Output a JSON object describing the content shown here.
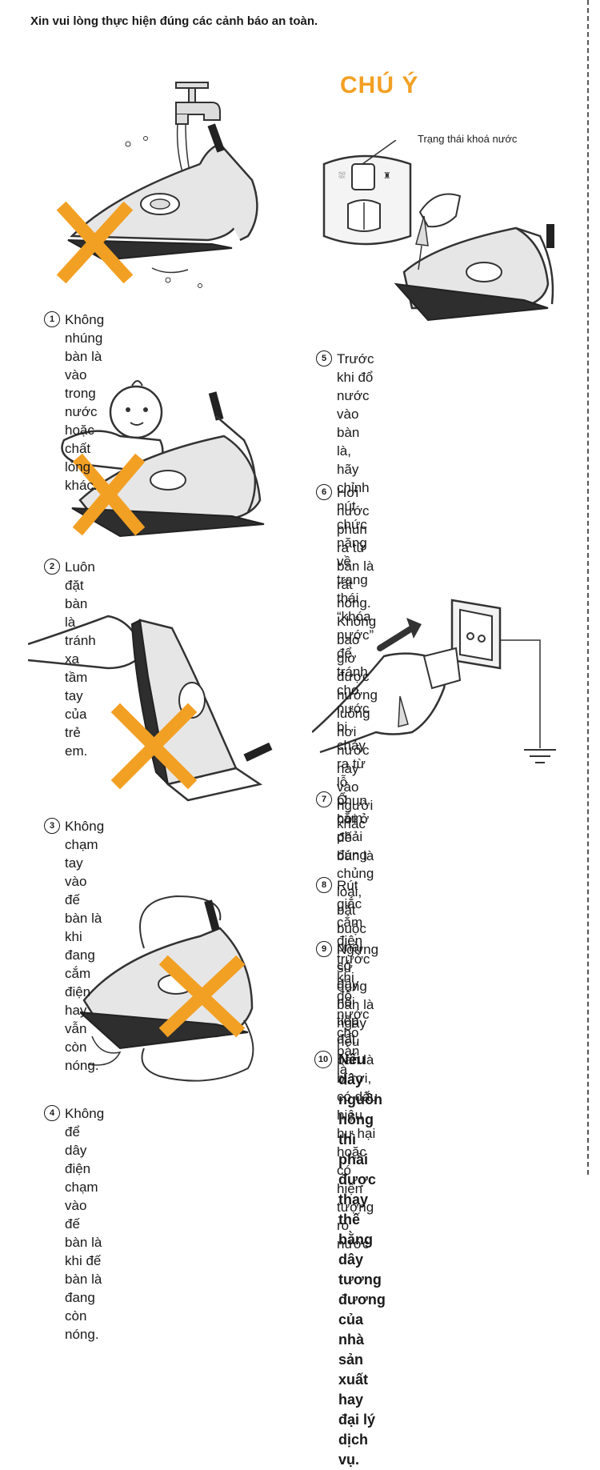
{
  "header": "Xin vui lòng thực hiện đúng các cảnh báo an toàn.",
  "chu_y": "CHÚ Ý",
  "lock_label": "Trạng thái khoá nước",
  "items": [
    {
      "num": "1",
      "text": "Không nhúng bàn là vào trong\nnước hoặc chất lỏng khác."
    },
    {
      "num": "2",
      "text": "Luôn đặt bàn là tránh xa tầm\ntay của trẻ em."
    },
    {
      "num": "3",
      "text": "Không chạm tay vào đế bàn là\nkhi đang cắm điện hay vẫn\ncòn nóng."
    },
    {
      "num": "4",
      "text": "Không để dây điện chạm vào\nđế bàn là khi đế bàn là đang\ncòn nóng."
    },
    {
      "num": "5",
      "text": "Trước khi đổ nước vào bàn là,\nhãy chỉnh nút chức năng về\ntrạng thái “khóa nước” để\ntránh cho nước bị chảy ra từ\nlỗ phun hơi ở đế bàn là"
    },
    {
      "num": "6",
      "text": "Hơi nước phun ra từ bàn là\nrất nóng. Không bao giờ\nđược hướng luồng hơi nước\nnày vào người khác"
    },
    {
      "num": "7",
      "text": "Ổ cắm phải đúng chủng\nloại, bắt buộc phải có dây\nnối tiếp đất."
    },
    {
      "num": "8",
      "text": "Rút giắc cắm điện trước khi\nđổ nước cho bàn là"
    },
    {
      "num": "9",
      "text": "Ngừng sử dụng bàn là ngay\nnếu bàn là bị rơi, có dấu\nhiệu hư hại hoặc có hiện\ntượng rò nước"
    },
    {
      "num": "10",
      "text": "Nếu dây nguồn hỏng thì\nphải được thay thế bằng\ndây tương đương của nhà\nsản xuất hay đại lý dịch vụ."
    }
  ],
  "colors": {
    "accent": "#f2a024",
    "line": "#333333",
    "fill": "#e6e6e6"
  }
}
